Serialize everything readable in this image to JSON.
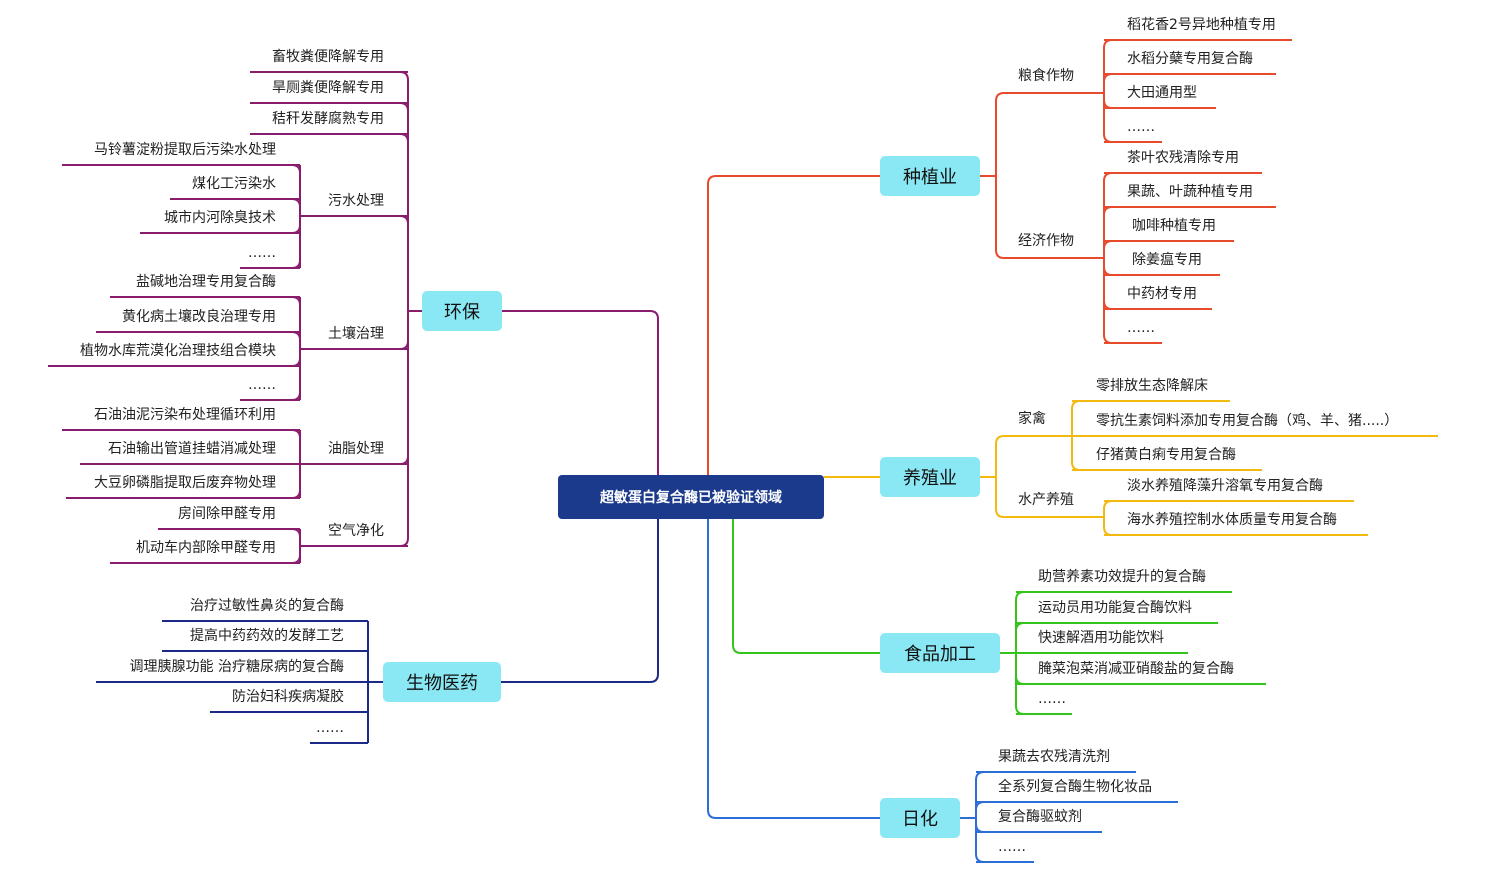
{
  "center": "超敏蛋白复合酶已被验证领域",
  "colors": {
    "center_bg": "#1b3a8c",
    "node_bg": "#8ae8f4",
    "zhongzhi": "#e84a2c",
    "yangzhi": "#f2b90f",
    "shipin": "#35c41b",
    "rihua": "#2b6fd6",
    "huanbao": "#8a1c6e",
    "yiyao": "#1a2a86"
  },
  "branches": {
    "zhongzhi": {
      "label": "种植业",
      "groups": [
        {
          "label": "粮食作物",
          "items": [
            "稻花香2号异地种植专用",
            "水稻分蘖专用复合酶",
            "大田通用型",
            "……"
          ]
        },
        {
          "label": "经济作物",
          "items": [
            "茶叶农残清除专用",
            "果蔬、叶蔬种植专用",
            "咖啡种植专用",
            "除姜瘟专用",
            "中药材专用",
            "……"
          ]
        }
      ]
    },
    "yangzhi": {
      "label": "养殖业",
      "groups": [
        {
          "label": "家禽",
          "items": [
            "零排放生态降解床",
            "零抗生素饲料添加专用复合酶（鸡、羊、猪.....）",
            "仔猪黄白痢专用复合酶"
          ]
        },
        {
          "label": "水产养殖",
          "items": [
            "淡水养殖降藻升溶氧专用复合酶",
            "海水养殖控制水体质量专用复合酶"
          ]
        }
      ]
    },
    "shipin": {
      "label": "食品加工",
      "items": [
        "助营养素功效提升的复合酶",
        "运动员用功能复合酶饮料",
        "快速解酒用功能饮料",
        "腌菜泡菜消减亚硝酸盐的复合酶",
        "……"
      ]
    },
    "rihua": {
      "label": "日化",
      "items": [
        "果蔬去农残清洗剂",
        "全系列复合酶生物化妆品",
        "复合酶驱蚊剂",
        "……"
      ]
    },
    "huanbao": {
      "label": "环保",
      "direct": [
        "畜牧粪便降解专用",
        "旱厕粪便降解专用",
        "秸秆发酵腐熟专用"
      ],
      "groups": [
        {
          "label": "污水处理",
          "items": [
            "马铃薯淀粉提取后污染水处理",
            "煤化工污染水",
            "城市内河除臭技术",
            "……"
          ]
        },
        {
          "label": "土壤治理",
          "items": [
            "盐碱地治理专用复合酶",
            "黄化病土壤改良治理专用",
            "植物水库荒漠化治理技组合模块",
            "……"
          ]
        },
        {
          "label": "油脂处理",
          "items": [
            "石油油泥污染布处理循环利用",
            "石油输出管道挂蜡消减处理",
            "大豆卵磷脂提取后废弃物处理"
          ]
        },
        {
          "label": "空气净化",
          "items": [
            "房间除甲醛专用",
            "机动车内部除甲醛专用"
          ]
        }
      ]
    },
    "yiyao": {
      "label": "生物医药",
      "items": [
        "治疗过敏性鼻炎的复合酶",
        "提高中药药效的发酵工艺",
        "调理胰腺功能 治疗糖尿病的复合酶",
        "防治妇科疾病凝胶",
        "……"
      ]
    }
  }
}
